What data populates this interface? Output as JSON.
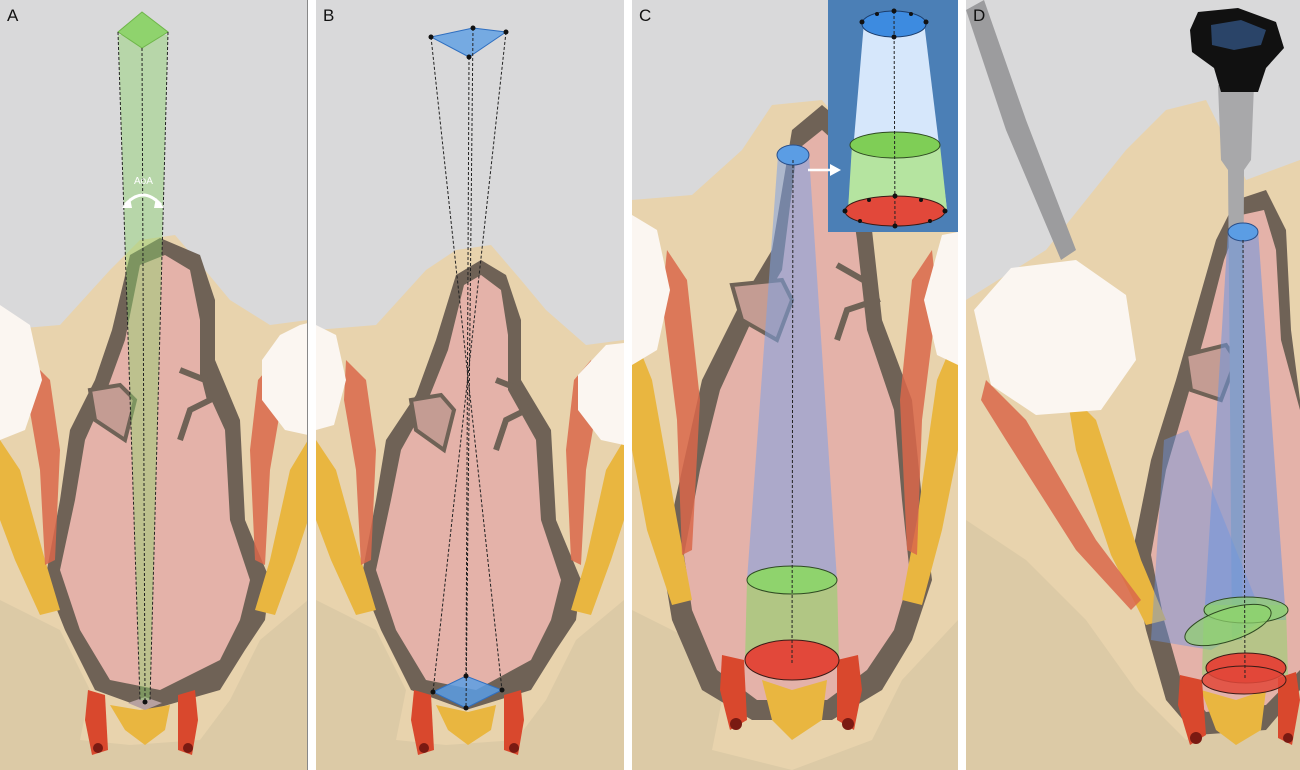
{
  "figure": {
    "panels": [
      {
        "id": "A",
        "label": "A",
        "annotation": "AoA"
      },
      {
        "id": "B",
        "label": "B"
      },
      {
        "id": "C",
        "label": "C"
      },
      {
        "id": "D",
        "label": "D"
      }
    ]
  },
  "colors": {
    "background_gray": "#d9d9da",
    "bone": "#e8d3ad",
    "soft_tissue_pink": "#e4b2a9",
    "dark_mucosa": "#6f6256",
    "nerve_red": "#d9482d",
    "yellow": "#e9b640",
    "corridor_green": "#8fd36d",
    "corridor_blue": "#5b9de4",
    "corridor_red": "#e2483a",
    "eye_white": "#fbf6f1"
  }
}
